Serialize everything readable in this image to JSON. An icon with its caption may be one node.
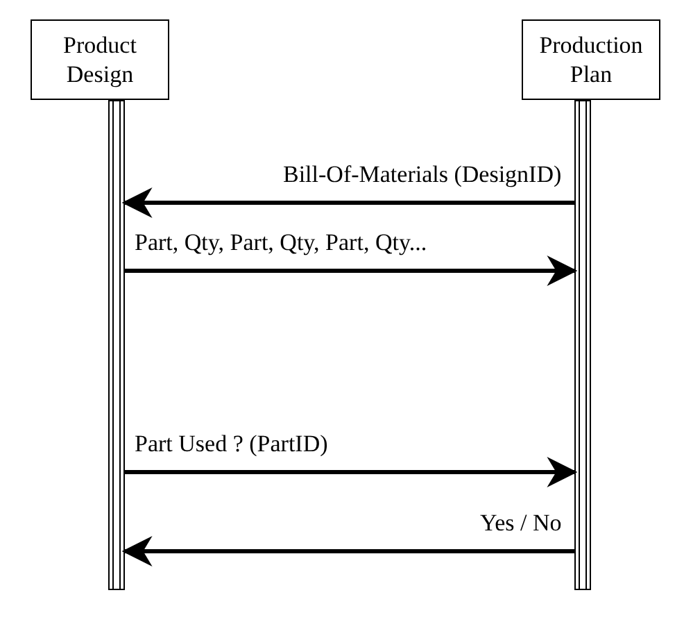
{
  "diagram": {
    "nodes": [
      {
        "text": [
          "Product Design"
        ]
      },
      {
        "text": [
          "Production Plan"
        ]
      },
      {
        "text": [],
        "shape": "bar"
      },
      {
        "text": [],
        "shape": "bar"
      }
    ],
    "edges": [
      {
        "from": 3,
        "to": 2,
        "arrow": "to",
        "label": "Bill-Of-Materials (DesignID)"
      },
      {
        "from": 2,
        "to": 3,
        "arrow": "to",
        "label": "Part, Qty, Part, Qty, Part, Qty..."
      },
      {
        "from": 2,
        "to": 3,
        "arrow": "to",
        "label": "Part Used ? (PartID)"
      },
      {
        "from": 3,
        "to": 2,
        "arrow": "to",
        "label": "Yes / No"
      }
    ]
  }
}
